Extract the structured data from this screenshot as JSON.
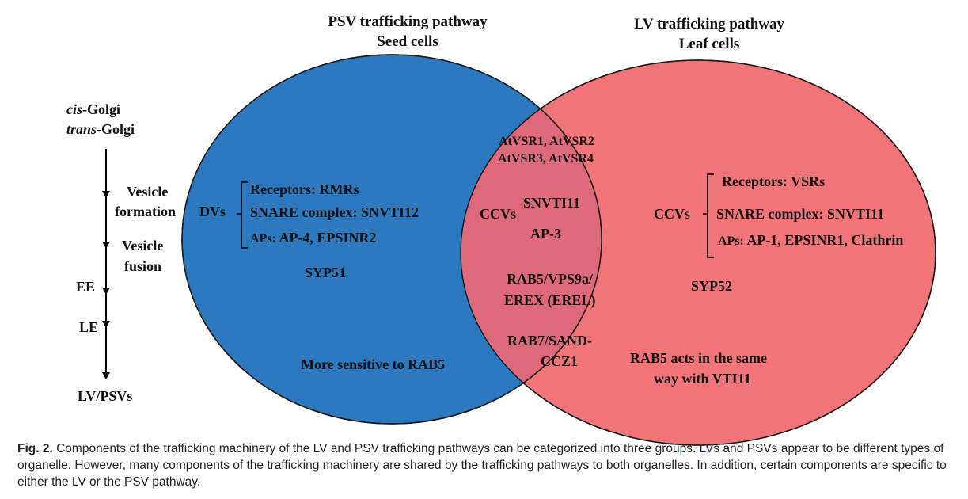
{
  "titles": {
    "psv_line1": "PSV trafficking pathway",
    "psv_line2": "Seed cells",
    "lv_line1": "LV trafficking pathway",
    "lv_line2": "Leaf cells"
  },
  "timeline": {
    "cis_italic": "cis",
    "cis_rest": "-Golgi",
    "trans_italic": "trans",
    "trans_rest": "-Golgi",
    "vesicle_formation_1": "Vesicle",
    "vesicle_formation_2": "formation",
    "vesicle_fusion_1": "Vesicle",
    "vesicle_fusion_2": "fusion",
    "ee": "EE",
    "le": "LE",
    "end": "LV/PSVs"
  },
  "psv": {
    "dvs": "DVs",
    "receptors": "Receptors: RMRs",
    "snare": "SNARE complex: SNVTI12",
    "aps_prefix": "APs:",
    "aps_value": "AP-4, EPSINR2",
    "syp": "SYP51",
    "note": "More sensitive to RAB5"
  },
  "shared": {
    "vsr_line1": "AtVSR1, AtVSR2",
    "vsr_line2": "AtVSR3, AtVSR4",
    "ccvs": "CCVs",
    "snvti": "SNVTI11",
    "ap3": "AP-3",
    "rab5_line1": "RAB5/VPS9a/",
    "rab5_line2": "EREX (EREL)",
    "rab7_line1": "RAB7/SAND-",
    "rab7_line2": "CCZ1"
  },
  "lv": {
    "receptors": "Receptors: VSRs",
    "ccvs": "CCVs",
    "snare": "SNARE complex: SNVTI11",
    "aps_prefix": "APs:",
    "aps_value": "AP-1, EPSINR1, Clathrin",
    "syp": "SYP52",
    "note_line1": "RAB5 acts in the same",
    "note_line2": "way with VTI11"
  },
  "caption": {
    "fig_label": "Fig. 2.",
    "text": "Components of the trafficking machinery of the LV and PSV trafficking pathways can be categorized into three groups. LVs and PSVs appear to be different types of organelle. However, many components of the trafficking machinery are shared by the trafficking pathways to both organelles. In addition, certain components are specific to either the LV or the PSV pathway."
  },
  "colors": {
    "psv_circle": "#2c79c0",
    "lv_circle": "#f07478",
    "overlap": "#de6a79",
    "outline": "#1a1a1a"
  }
}
